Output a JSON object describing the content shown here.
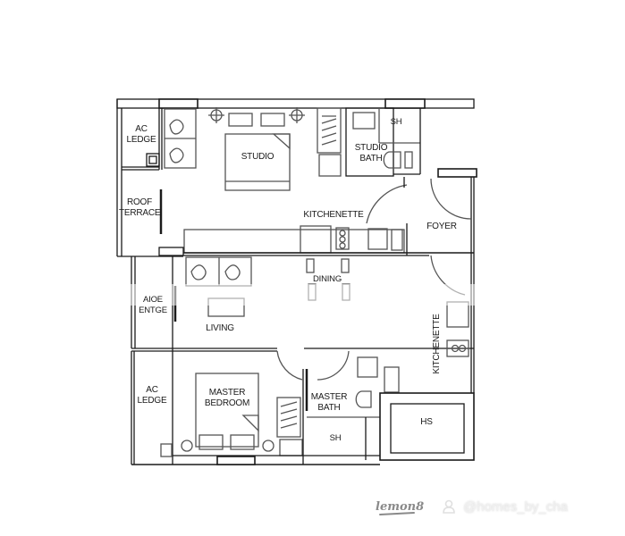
{
  "floor_plan": {
    "rooms": [
      {
        "id": "ac-ledge-top",
        "lines": [
          "AC",
          "LEDGE"
        ]
      },
      {
        "id": "roof-terrace",
        "lines": [
          "ROOF",
          "TERRACE"
        ]
      },
      {
        "id": "studio",
        "lines": [
          "STUDIO"
        ]
      },
      {
        "id": "studio-sh",
        "lines": [
          "SH"
        ]
      },
      {
        "id": "studio-bath",
        "lines": [
          "STUDIO",
          "BATH"
        ]
      },
      {
        "id": "kitchenette-top",
        "lines": [
          "KITCHENETTE"
        ]
      },
      {
        "id": "foyer",
        "lines": [
          "FOYER"
        ]
      },
      {
        "id": "dining",
        "lines": [
          "DINING"
        ]
      },
      {
        "id": "ac-ledge-mid",
        "lines": [
          "AIOE",
          "ENTGE"
        ]
      },
      {
        "id": "living",
        "lines": [
          "LIVING"
        ]
      },
      {
        "id": "kitchenette-right",
        "lines": [
          "KITCHENETTE"
        ]
      },
      {
        "id": "ac-ledge-bottom",
        "lines": [
          "AC",
          "LEDGE"
        ]
      },
      {
        "id": "master-bedroom",
        "lines": [
          "MASTER",
          "BEDROOM"
        ]
      },
      {
        "id": "master-bath",
        "lines": [
          "MASTER",
          "BATH"
        ]
      },
      {
        "id": "master-sh",
        "lines": [
          "SH"
        ]
      },
      {
        "id": "hs",
        "lines": [
          "HS"
        ]
      }
    ],
    "colors": {
      "wall": "#1a1a1a",
      "fixture": "#555555",
      "background": "#ffffff"
    }
  },
  "watermark": {
    "brand": "lemon8",
    "user_icon": "user-icon",
    "handle": "@homes_by_cha"
  }
}
